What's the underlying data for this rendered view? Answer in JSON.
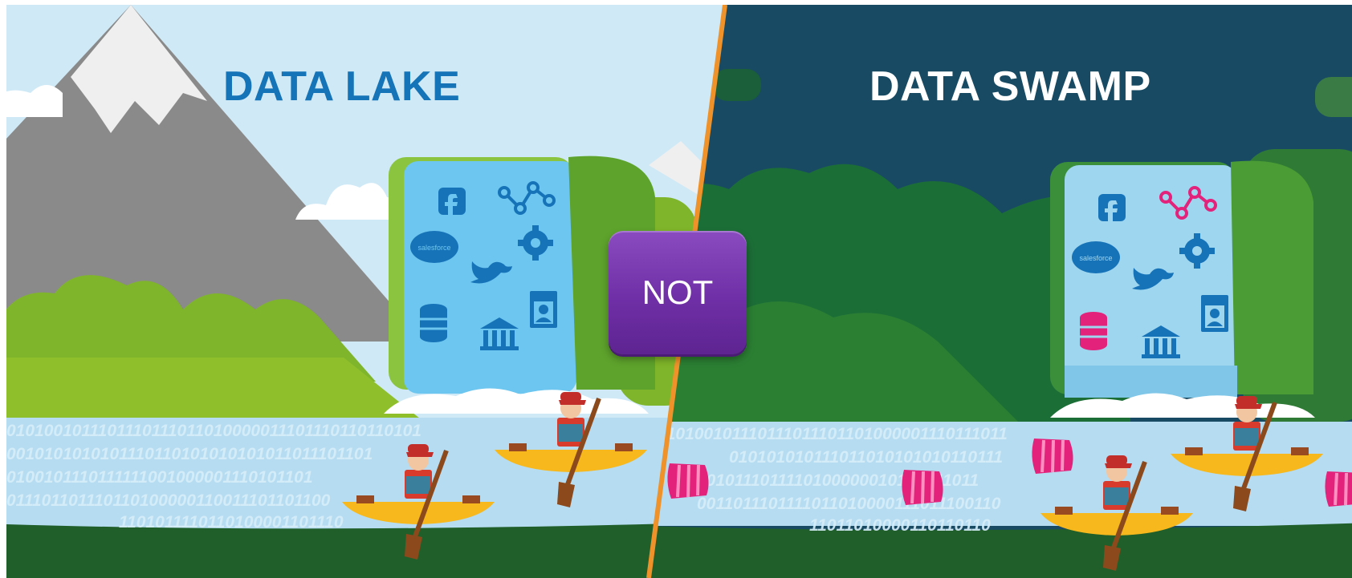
{
  "left_panel": {
    "title": "DATA LAKE",
    "binary_rows": [
      "0101001011101110111011010000011101110110110101",
      "0010101010101110110101010101011011101101",
      "0100101110111111001000001110101101",
      "011101101110110100000110011101101100",
      "1101011110110100001101110"
    ],
    "source_icon_label": "salesforce",
    "colors": {
      "sky": "#cfe9f6",
      "title": "#1573b7",
      "water": "#b6dcf2"
    }
  },
  "right_panel": {
    "title": "DATA SWAMP",
    "binary_rows": [
      "010100101110111011101101000001110111011",
      "010101010111011010101010110111",
      "0010111011110100000010101011011",
      "0011011101111011010000111011100110",
      "11011010000110110110"
    ],
    "source_icon_label": "salesforce",
    "colors": {
      "sky": "#184b63",
      "title": "#ffffff",
      "barrel": "#e0237a"
    }
  },
  "divider": {
    "color": "#f0922a"
  },
  "badge": {
    "label": "NOT",
    "color": "#7a38b0"
  }
}
